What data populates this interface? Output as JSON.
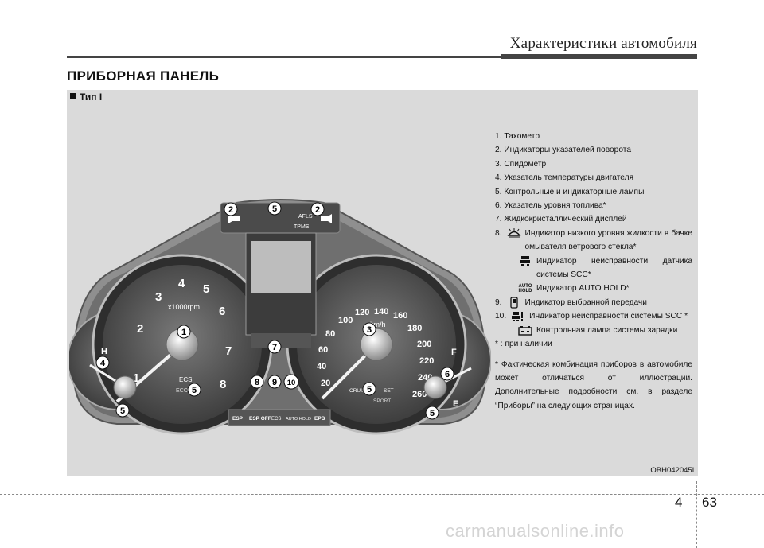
{
  "header": {
    "section_title": "Характеристики автомобиля"
  },
  "page_title": "ПРИБОРНАЯ ПАНЕЛЬ",
  "type_label": "Тип I",
  "cluster": {
    "tach_ticks": [
      "1",
      "2",
      "3",
      "4",
      "5",
      "6",
      "7",
      "8"
    ],
    "tach_unit": "x1000rpm",
    "speed_ticks": [
      "20",
      "40",
      "60",
      "80",
      "100",
      "120",
      "140",
      "160",
      "180",
      "200",
      "220",
      "240",
      "260"
    ],
    "speed_unit": "km/h",
    "temp_high": "H",
    "fuel_full": "F",
    "fuel_empty": "E",
    "lamp_ecs": "ECS",
    "lamp_eco": "ECO",
    "lamp_apls": "AFLS",
    "lamp_tpms": "TPMS",
    "cruise": "CRUISE",
    "set": "SET",
    "sport": "SPORT",
    "btn_esp": "ESP",
    "btn_esp_off": "ESP OFF",
    "btn_ecs": "ECS",
    "btn_auto_hold": "AUTO HOLD",
    "btn_epb": "EPB",
    "callouts": [
      "1",
      "2",
      "2",
      "3",
      "4",
      "5",
      "5",
      "5",
      "5",
      "5",
      "6",
      "7",
      "8",
      "9",
      "10"
    ]
  },
  "legend": {
    "items": [
      "1. Тахометр",
      "2. Индикаторы указателей поворота",
      "3. Спидометр",
      "4. Указатель температуры двигателя",
      "5. Контрольные и индикаторные лампы",
      "6. Указатель уровня топлива*",
      "7. Жидкокристаллический дисплей"
    ],
    "item8_num": "8.",
    "item8_washer": "Индикатор низкого уровня жидкости в бачке омывателя ветрового стекла*",
    "item8_scc": "Индикатор неисправности датчика системы SCC*",
    "item8_autohold_icon": "AUTO HOLD",
    "item8_autohold": "Индикатор AUTO HOLD*",
    "item9_num": "9.",
    "item9": "Индикатор выбранной передачи",
    "item10_num": "10.",
    "item10": "Индикатор неисправности системы SCC *",
    "item10_charge": "Контрольная лампа системы зарядки",
    "footnote": "* : при наличии",
    "note": "* Фактическая комбинация приборов в автомобиле может отличаться от иллюстрации. Дополнительные подробности см. в разделе “Приборы” на следующих страницах."
  },
  "figure_code": "OBH042045L",
  "footer": {
    "chapter": "4",
    "page": "63"
  },
  "watermark": "carmanualsonline.info"
}
